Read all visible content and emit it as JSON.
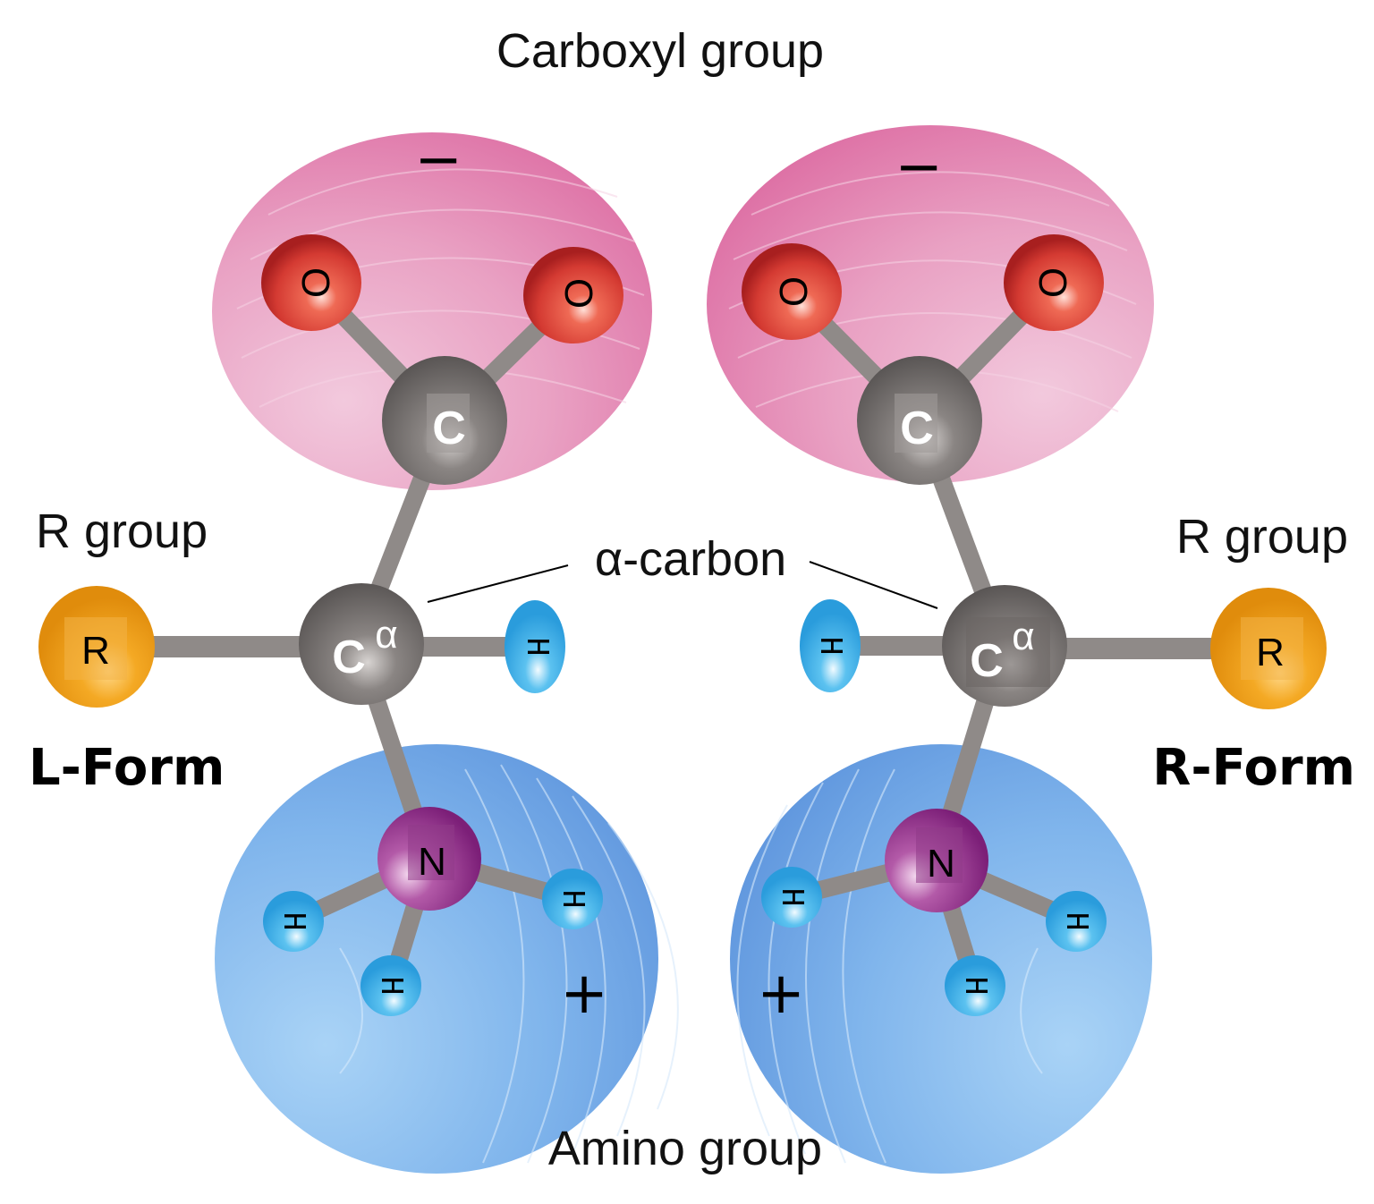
{
  "labels": {
    "carboxyl_group": "Carboxyl group",
    "amino_group": "Amino group",
    "alpha_carbon": "α-carbon",
    "r_group_left": "R group",
    "r_group_right": "R group",
    "l_form": "L-Form",
    "r_form": "R-Form"
  },
  "left_molecule": {
    "carboxyl_charge": "−",
    "amino_charge": "+",
    "atoms": {
      "oxygen_1": "O",
      "oxygen_2": "O",
      "carboxyl_carbon": "C",
      "alpha_carbon": "C",
      "alpha_superscript": "α",
      "r_group": "R",
      "alpha_hydrogen": "H",
      "nitrogen": "N",
      "amino_hydrogen_1": "H",
      "amino_hydrogen_2": "H",
      "amino_hydrogen_3": "H"
    }
  },
  "right_molecule": {
    "carboxyl_charge": "−",
    "amino_charge": "+",
    "atoms": {
      "oxygen_1": "O",
      "oxygen_2": "O",
      "carboxyl_carbon": "C",
      "alpha_carbon": "C",
      "alpha_superscript": "α",
      "r_group": "R",
      "alpha_hydrogen": "H",
      "nitrogen": "N",
      "amino_hydrogen_1": "H",
      "amino_hydrogen_2": "H",
      "amino_hydrogen_3": "H"
    }
  },
  "colors": {
    "carboxyl_cloud": "#e484b0",
    "amino_cloud": "#74a8e6",
    "oxygen": "#d43a32",
    "carbon": "#6e6a69",
    "nitrogen": "#8e2b8a",
    "hydrogen": "#3aaee8",
    "r_group": "#f0a21a",
    "bond": "#8f8a88"
  }
}
